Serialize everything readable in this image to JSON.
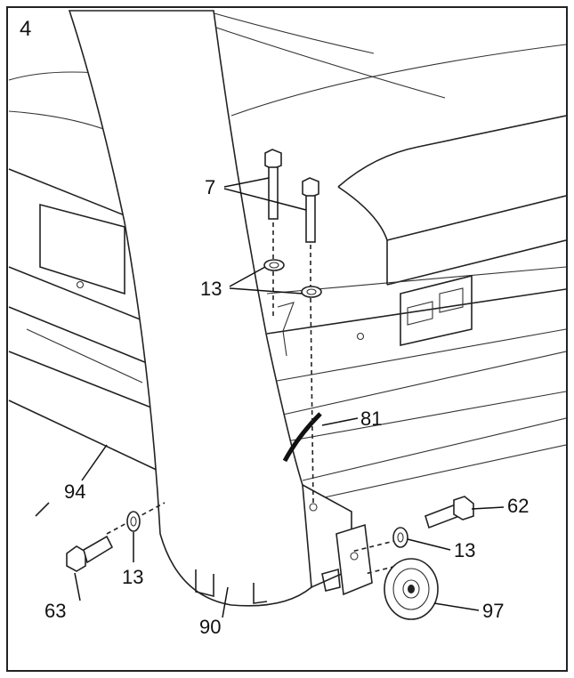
{
  "step_number": "4",
  "callouts": {
    "bolts_7": "7",
    "washers_13_top": "13",
    "cable_81": "81",
    "frame_94": "94",
    "washer_13_left": "13",
    "bolt_63": "63",
    "upright_90": "90",
    "bolt_62": "62",
    "washer_13_right": "13",
    "wheel_97": "97"
  }
}
